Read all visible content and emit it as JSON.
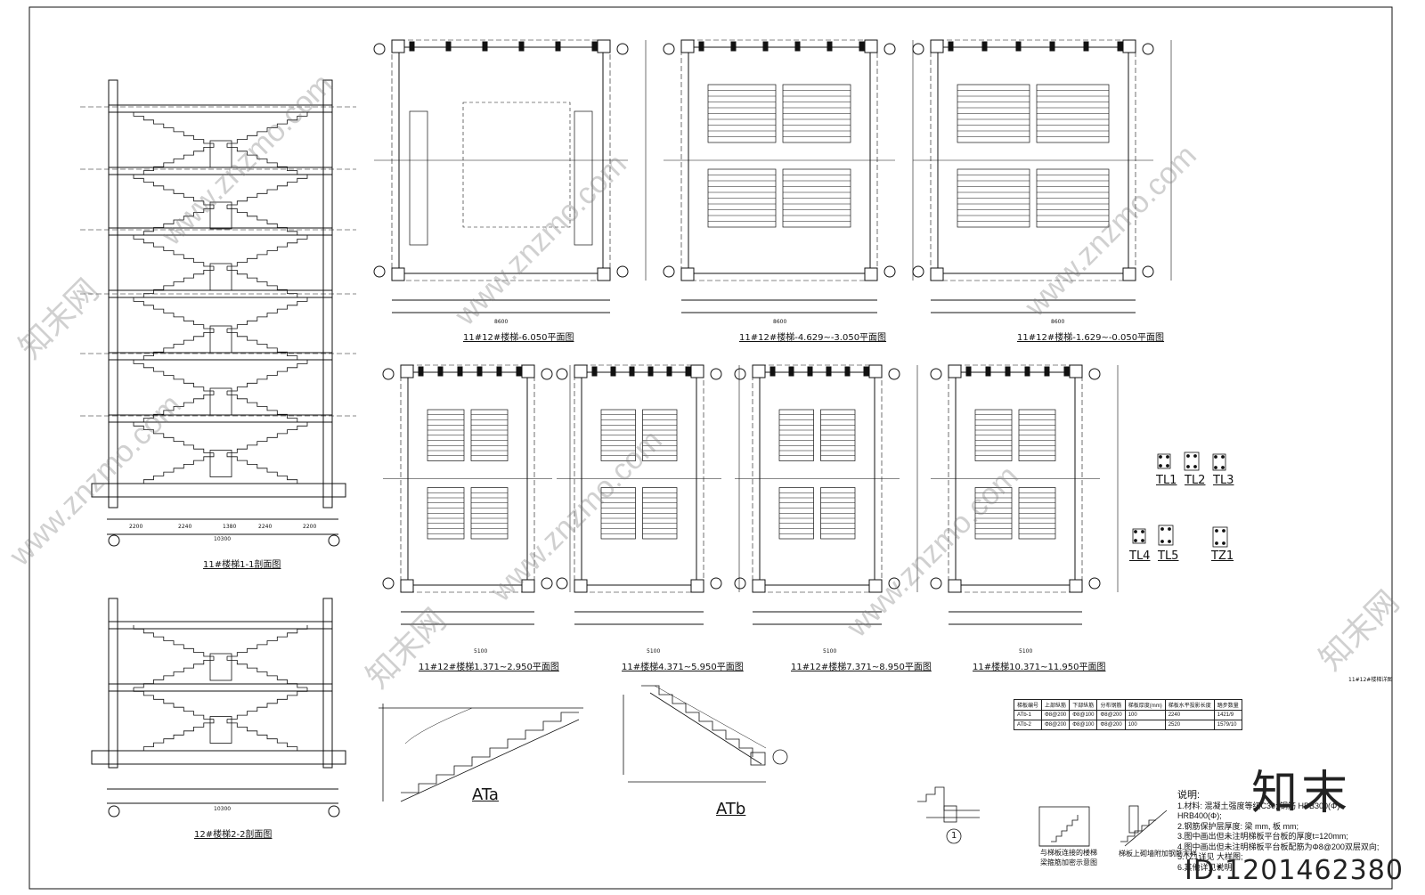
{
  "titles": {
    "section_1": "11#楼梯1-1剖面图",
    "section_2": "12#楼梯2-2剖面图",
    "plan_1": "11#12#楼梯-6.050平面图",
    "plan_2": "11#12#楼梯-4.629~-3.050平面图",
    "plan_3": "11#12#楼梯-1.629~-0.050平面图",
    "plan_4": "11#12#楼梯1.371~2.950平面图",
    "plan_5": "11#楼梯4.371~5.950平面图",
    "plan_6": "11#12#楼梯7.371~8.950平面图",
    "plan_7": "11#楼梯10.371~11.950平面图",
    "detail_ata": "ATa",
    "detail_atb": "ATb",
    "beam_tl1": "TL1",
    "beam_tl2": "TL2",
    "beam_tl3": "TL3",
    "beam_tl4": "TL4",
    "beam_tl5": "TL5",
    "beam_tz1": "TZ1",
    "detail_1_mark": "1",
    "detail_2_caption_a": "与梯板连接的楼梯",
    "detail_2_caption_b": "梁箍筋加密示意图",
    "detail_3_caption": "梯板上砌墙附加钢筋大样"
  },
  "dims": {
    "section_total": "10300",
    "section_a": "2200",
    "section_b": "2240",
    "section_c": "1380",
    "section_d": "2240",
    "section_e": "2200",
    "plan_total": "8600",
    "plan_total_b": "5100"
  },
  "schedule": {
    "header": [
      "梯板编号",
      "上部纵筋",
      "下部纵筋",
      "分布钢筋",
      "梯板厚度(mm)",
      "梯板水平投影长度",
      "踏步数量"
    ],
    "rows": [
      [
        "ATb-1",
        "Φ8@200",
        "Φ8@100",
        "Φ8@200",
        "100",
        "2240",
        "1421/9"
      ],
      [
        "ATb-2",
        "Φ8@200",
        "Φ8@100",
        "Φ8@200",
        "100",
        "2520",
        "1579/10"
      ]
    ]
  },
  "notes": {
    "heading": "说明:",
    "lines": [
      "1.材料: 混凝土强度等级C30; 钢筋 HPB300(Φ)",
      "HRB400(Φ);",
      "2.钢筋保护层厚度: 梁 mm, 板 mm;",
      "3.图中画出但未注明梯板平台板的厚度t=120mm;",
      "4.图中画出但未注明梯板平台板配筋为Φ8@200双层双向;",
      "5.TZ1详见  大样图;",
      "6.其他详见说明;"
    ]
  },
  "branding": {
    "logo_text": "知末",
    "id_text": "ID:1201462380",
    "watermark": "www.znzmo.com",
    "watermark_cn": "知末网"
  },
  "sheet_note": "11#12#楼梯详图"
}
